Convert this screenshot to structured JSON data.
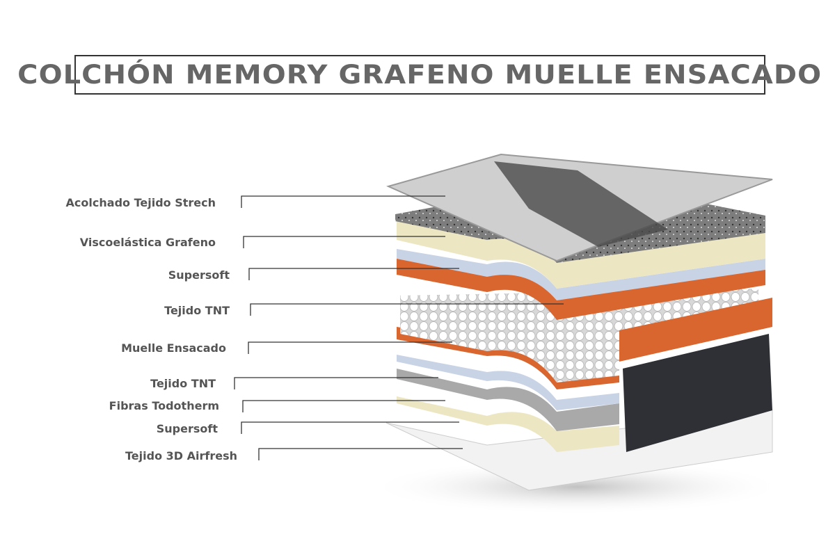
{
  "title": "COLCHÓN MEMORY GRAFENO MUELLE ENSACADO",
  "layers": [
    {
      "label": "Acolchado Tejido Strech"
    },
    {
      "label": "Viscoelástica Grafeno"
    },
    {
      "label": "Supersoft"
    },
    {
      "label": "Tejido TNT"
    },
    {
      "label": "Muelle Ensacado"
    },
    {
      "label": "Tejido TNT"
    },
    {
      "label": "Fibras Todotherm"
    },
    {
      "label": "Supersoft"
    },
    {
      "label": "Tejido 3D Airfresh"
    }
  ],
  "colors": {
    "foam": "#ece6c2",
    "orange": "#d9652f",
    "grey_foam": "#8a8a8a",
    "tnt": "#c9d3e6",
    "cover": "#c9c9c9",
    "side": "#2f3035"
  }
}
